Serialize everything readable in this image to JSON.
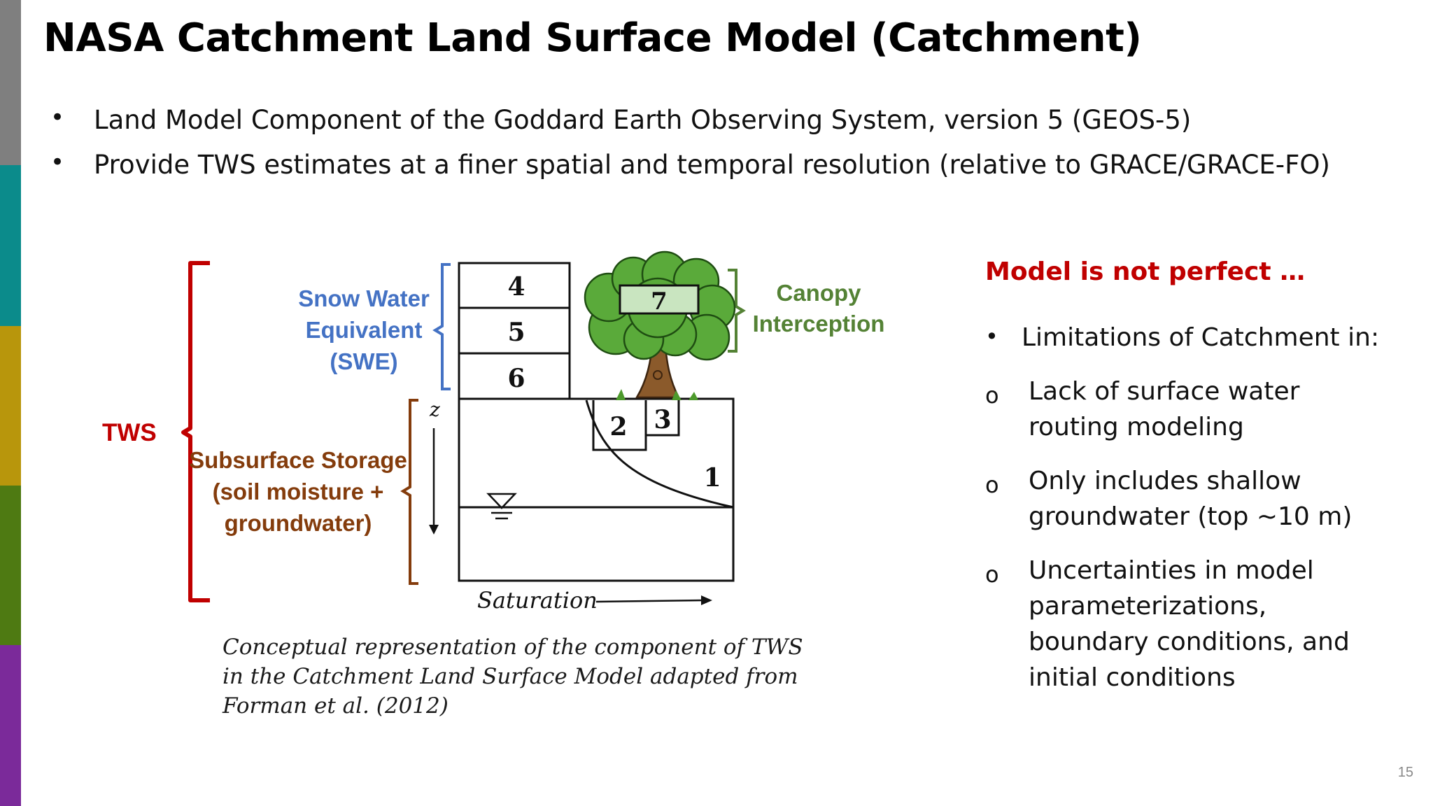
{
  "sidebar": {
    "colors": [
      "#7f7f7f",
      "#0b8b8b",
      "#b8960c",
      "#4e7a12",
      "#7b2a9a"
    ]
  },
  "slide": {
    "title": "NASA Catchment Land Surface Model (Catchment)",
    "bullets": [
      "Land Model Component of the Goddard Earth Observing System, version 5 (GEOS-5)",
      "Provide TWS estimates at a finer spatial and temporal resolution (relative to GRACE/GRACE-FO)"
    ],
    "page_number": "15"
  },
  "diagram": {
    "tws_label": "TWS",
    "swe_label": [
      "Snow Water",
      "Equivalent",
      "(SWE)"
    ],
    "canopy_label": [
      "Canopy",
      "Interception"
    ],
    "subsurface_label": [
      "Subsurface Storage",
      "(soil moisture +",
      "groundwater)"
    ],
    "snow_layers": [
      "4",
      "5",
      "6"
    ],
    "canopy_box": "7",
    "soil_zones": [
      "1",
      "2",
      "3"
    ],
    "depth_axis": "z",
    "saturation_axis": "Saturation",
    "colors": {
      "tws": "#c00000",
      "swe": "#4472c4",
      "canopy": "#548235",
      "subsurface": "#843c0c"
    },
    "caption": [
      "Conceptual representation of the component of TWS",
      "in the Catchment Land Surface Model adapted from",
      "Forman et al. (2012)"
    ]
  },
  "limitations": {
    "heading": "Model is not perfect …",
    "intro": "Limitations of Catchment in:",
    "items": [
      [
        "Lack of surface water",
        "routing modeling"
      ],
      [
        "Only includes shallow",
        "groundwater (top ~10 m)"
      ],
      [
        "Uncertainties in model",
        "parameterizations,",
        "boundary conditions, and",
        "initial conditions"
      ]
    ]
  }
}
